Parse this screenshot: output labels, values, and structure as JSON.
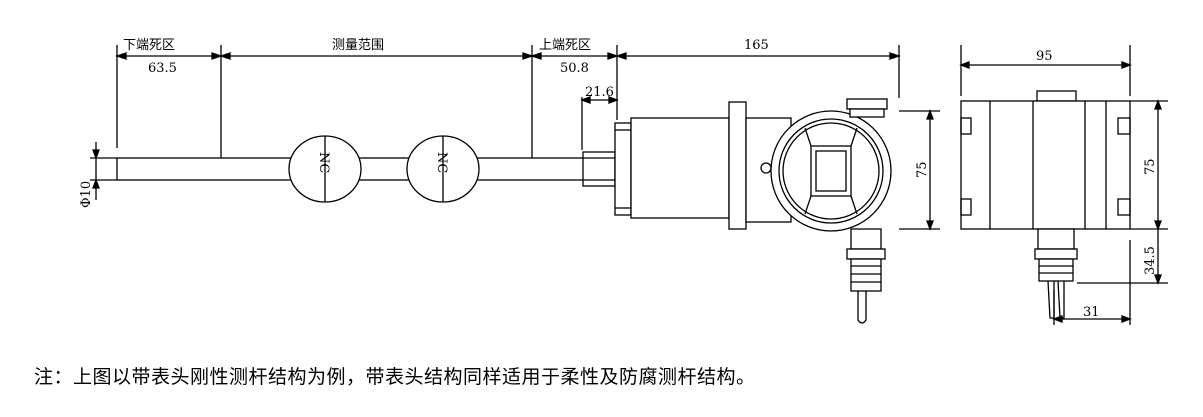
{
  "labels": {
    "lower_dead_zone": "下端死区",
    "measuring_range": "测量范围",
    "upper_dead_zone": "上端死区",
    "dim_165": "165",
    "dim_63_5": "63.5",
    "dim_50_8": "50.8",
    "dim_21_6": "21.6",
    "dim_phi10": "Φ10",
    "dim_75_front": "75",
    "dim_95": "95",
    "dim_75_side": "75",
    "dim_34_5": "34.5",
    "dim_31": "31",
    "float_label_1": "NC",
    "float_label_2": "NC"
  },
  "note": "注：上图以带表头刚性测杆结构为例，带表头结构同样适用于柔性及防腐测杆结构。"
}
